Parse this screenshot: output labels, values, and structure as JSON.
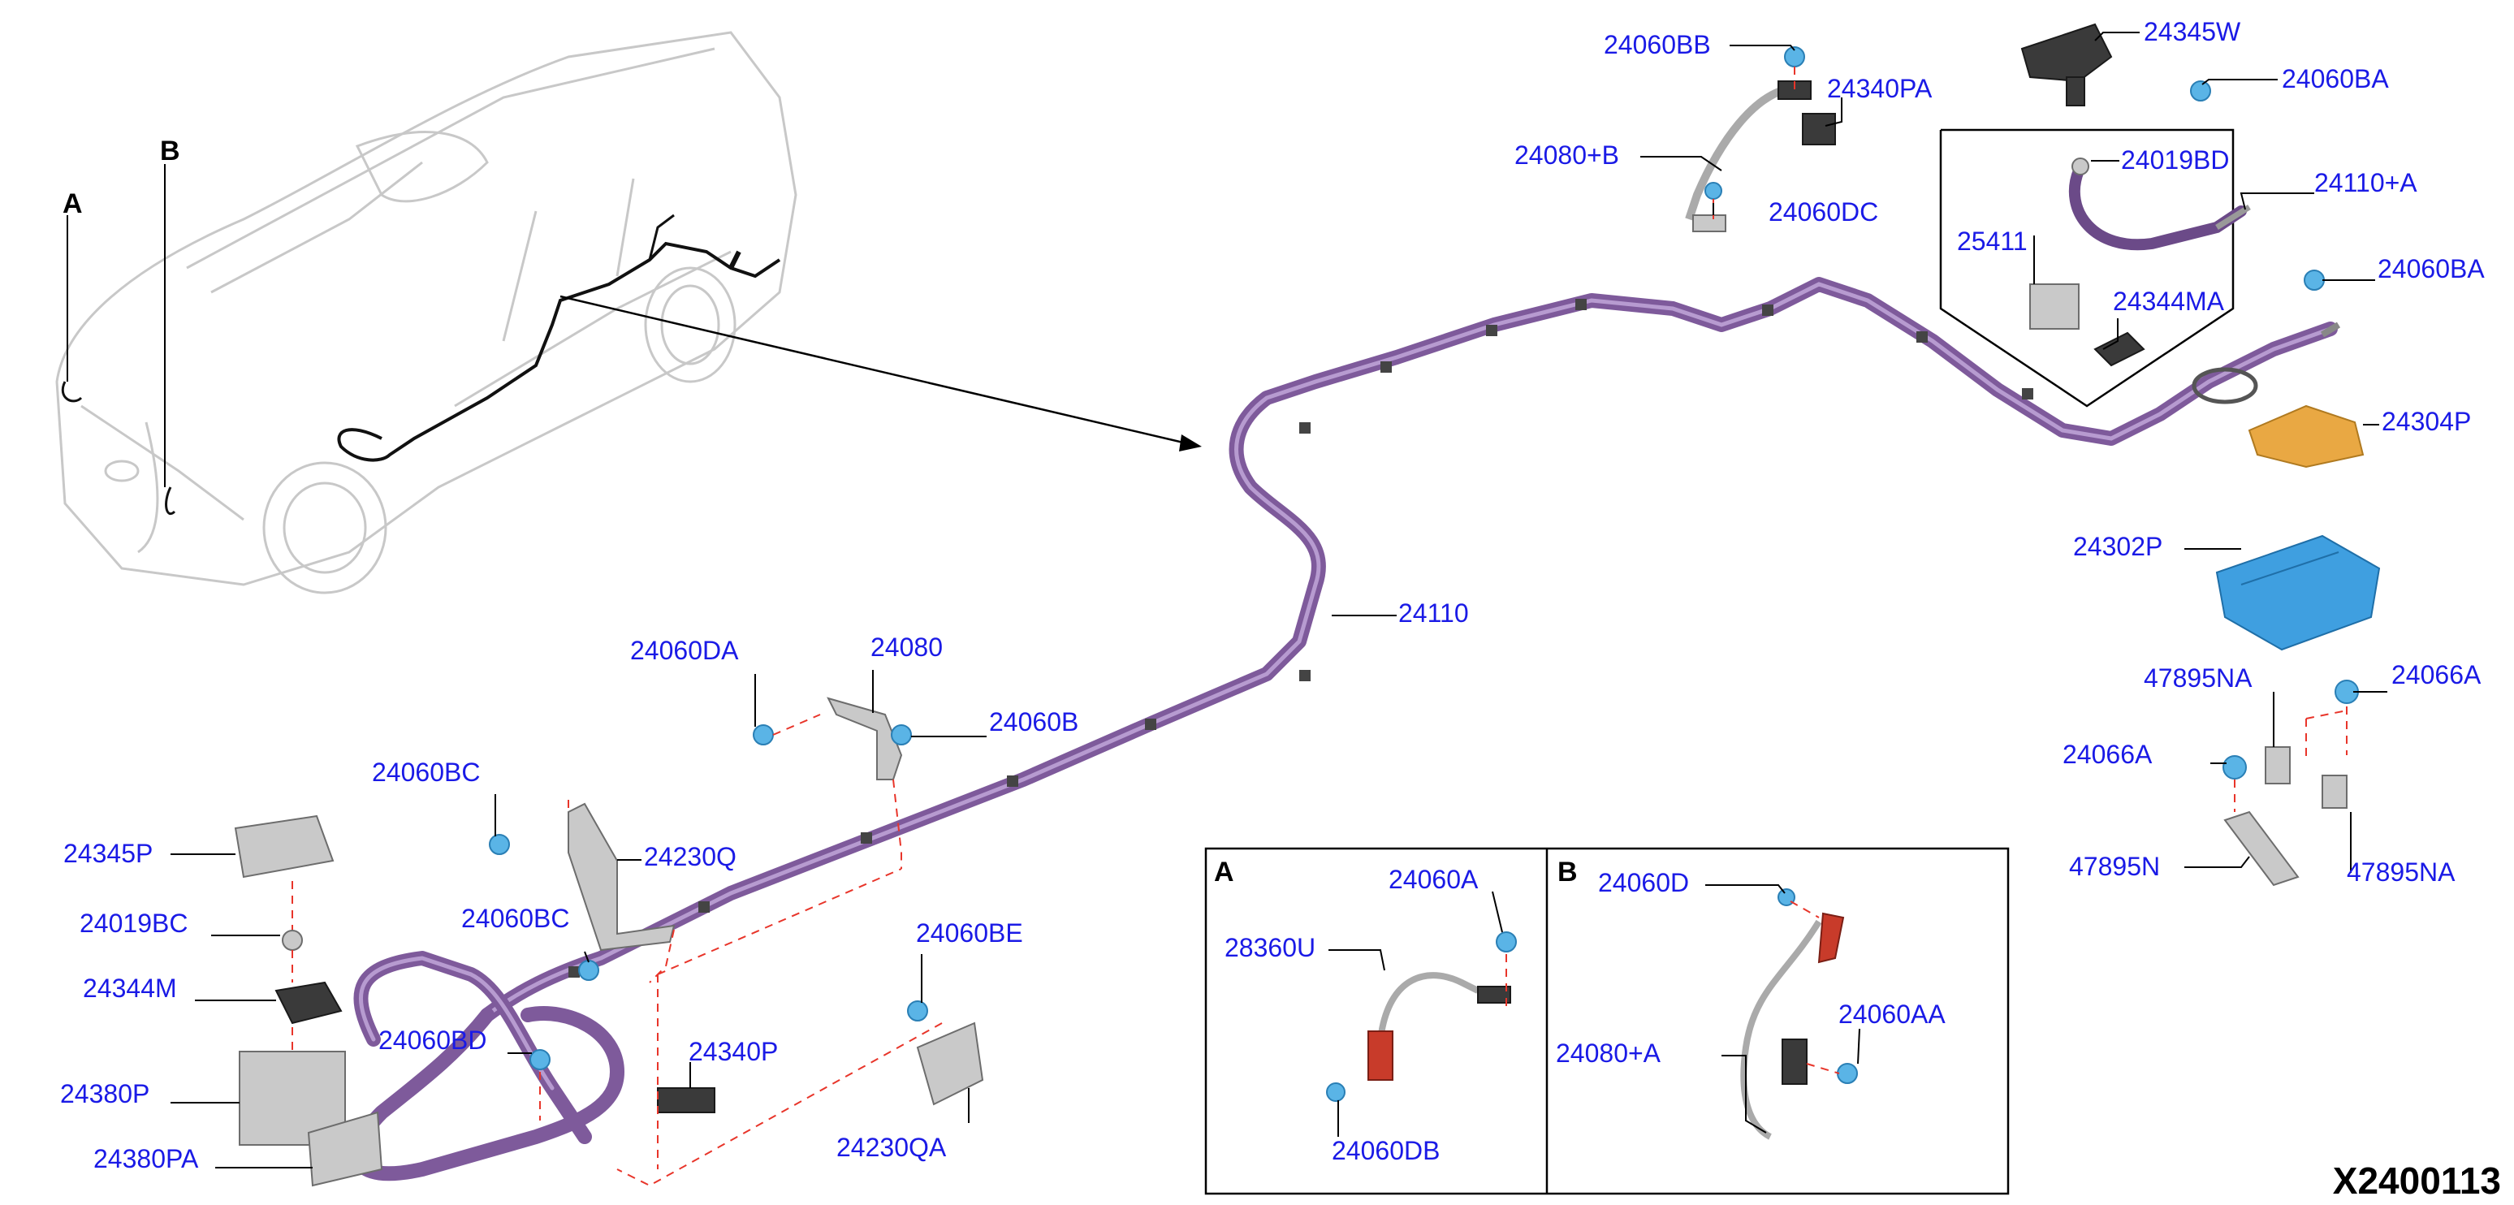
{
  "diagram_code": "X2400113",
  "inset_letters": {
    "a": "A",
    "b": "B"
  },
  "panels": {
    "a": "A",
    "b": "B"
  },
  "labels": {
    "p24060BB": "24060BB",
    "p24340PA": "24340PA",
    "p24345W": "24345W",
    "p24060BA_top": "24060BA",
    "p24080B": "24080+B",
    "p24060DC": "24060DC",
    "p24019BD": "24019BD",
    "p24110A": "24110+A",
    "p25411": "25411",
    "p24344MA": "24344MA",
    "p24060BA_mid": "24060BA",
    "p24304P": "24304P",
    "p24302P": "24302P",
    "p24110": "24110",
    "p47895NA_top": "47895NA",
    "p24066A_right": "24066A",
    "p24066A_left": "24066A",
    "p47895N": "47895N",
    "p47895NA_bottom": "47895NA",
    "p24060DA": "24060DA",
    "p24080": "24080",
    "p24060B": "24060B",
    "p24060BC_top": "24060BC",
    "p24230Q": "24230Q",
    "p24345P": "24345P",
    "p24019BC": "24019BC",
    "p24060BC_mid": "24060BC",
    "p24060BE": "24060BE",
    "p24344M": "24344M",
    "p24060BD": "24060BD",
    "p24340P": "24340P",
    "p24380P": "24380P",
    "p24380PA": "24380PA",
    "p24230QA": "24230QA",
    "p24060A": "24060A",
    "p28360U": "28360U",
    "p24060DB": "24060DB",
    "p24060D": "24060D",
    "p24060AA": "24060AA",
    "p24080A": "24080+A"
  },
  "colors": {
    "label": "#1a1ae6",
    "harness": "#7e5a9b",
    "dashed_leader": "#e8352a",
    "bolt": "#5ab4e6",
    "orange_part": "#e9a843",
    "blue_part": "#3f9fe0"
  }
}
